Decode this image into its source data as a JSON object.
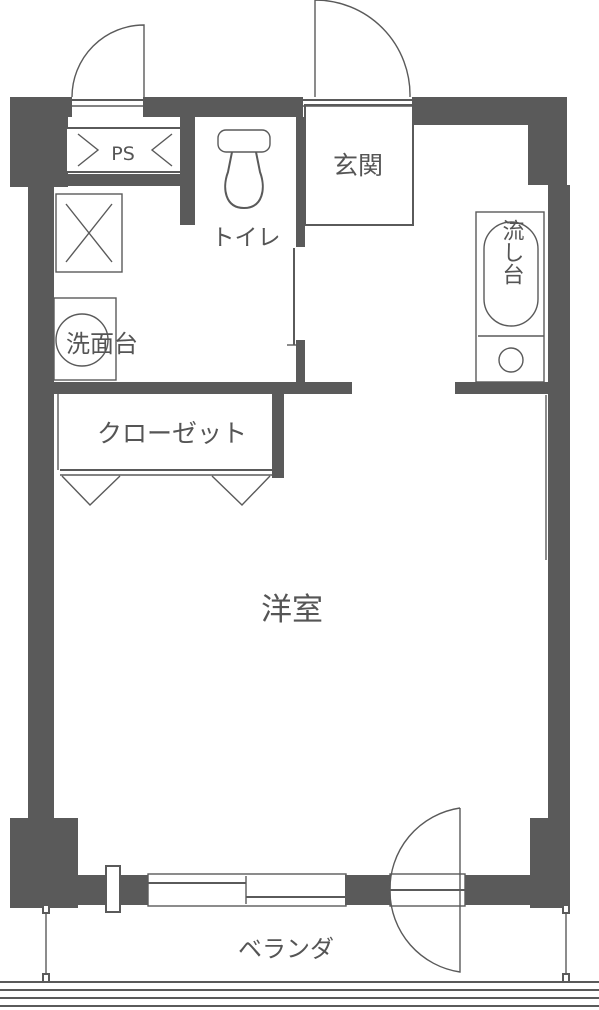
{
  "floorplan": {
    "rooms": {
      "ps": "PS",
      "toilet": "トイレ",
      "entrance": "玄関",
      "sink": "流し台",
      "washbasin": "洗面台",
      "closet": "クローゼット",
      "western_room": "洋室",
      "veranda": "ベランダ"
    },
    "colors": {
      "wall": "#5a5a5a",
      "background": "#ffffff",
      "label": "#555555"
    }
  }
}
